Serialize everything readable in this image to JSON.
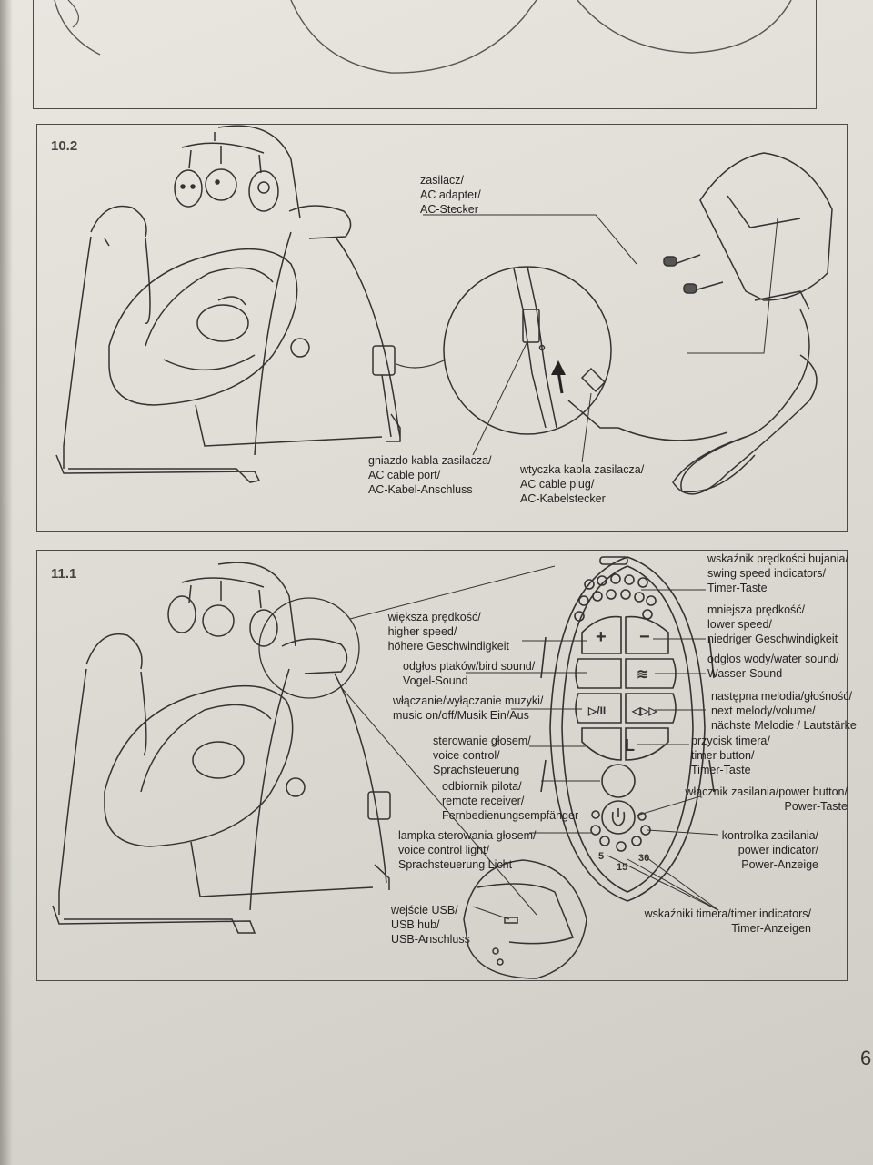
{
  "section_10_2": {
    "number": "10.2",
    "adapter": [
      "zasilacz/",
      "AC adapter/",
      "AC-Stecker"
    ],
    "cable_port": [
      "gniazdo kabla zasilacza/",
      "AC cable port/",
      "AC-Kabel-Anschluss"
    ],
    "cable_plug": [
      "wtyczka kabla zasilacza/",
      "AC cable plug/",
      "AC-Kabelstecker"
    ]
  },
  "section_11_1": {
    "number": "11.1",
    "higher_speed": [
      "większa prędkość/",
      "higher speed/",
      "höhere Geschwindigkeit"
    ],
    "bird_sound": [
      "odgłos ptaków/bird sound/",
      "Vogel-Sound"
    ],
    "music_onoff": [
      "włączanie/wyłączanie muzyki/",
      "music on/off/Musik Ein/Aus"
    ],
    "voice_control": [
      "sterowanie głosem/",
      "voice control/",
      "Sprachsteuerung"
    ],
    "remote_receiver": [
      "odbiornik pilota/",
      "remote receiver/",
      "Fernbedienungsempfänger"
    ],
    "voice_light": [
      "lampka sterowania głosem/",
      "voice control light/",
      "Sprachsteuerung Licht"
    ],
    "usb": [
      "wejście USB/",
      "USB hub/",
      "USB-Anschluss"
    ],
    "swing_speed": [
      "wskaźnik prędkości bujania/",
      "swing speed indicators/",
      "Timer-Taste"
    ],
    "lower_speed": [
      "mniejsza prędkość/",
      "lower speed/",
      "niedriger Geschwindigkeit"
    ],
    "water_sound": [
      "odgłos wody/water sound/",
      "Wasser-Sound"
    ],
    "next_melody": [
      "następna melodia/głośność/",
      "next melody/volume/",
      "nächste Melodie / Lautstärke"
    ],
    "timer_button": [
      "przycisk timera/",
      "timer button/",
      "Timer-Taste"
    ],
    "power_button": [
      "włącznik zasilania/power button/",
      "Power-Taste"
    ],
    "power_indicator": [
      "kontrolka zasilania/",
      "power indicator/",
      "Power-Anzeige"
    ],
    "timer_indicators": [
      "wskaźniki timera/timer indicators/",
      "Timer-Anzeigen"
    ],
    "timer_values": [
      "5",
      "15",
      "30"
    ]
  },
  "page_number": "6"
}
